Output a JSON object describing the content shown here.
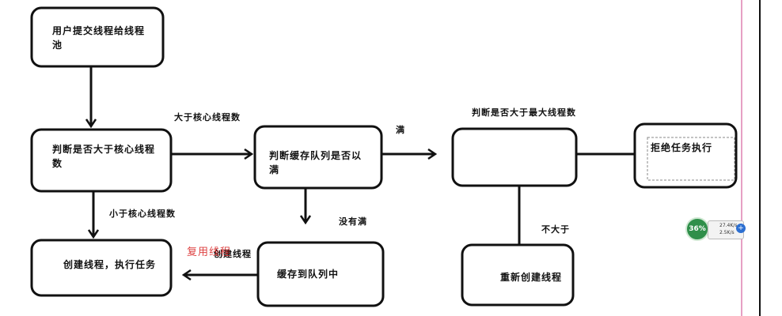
{
  "nodes": {
    "submit": "用户提交线程给线程池",
    "core_check": "判断是否大于核心线程数",
    "create_run": "创建线程，执行任务",
    "queue_check": "判断缓存队列是否以满",
    "queue_store": "缓存到队列中",
    "max_check": "",
    "reject": "拒绝任务执行",
    "recreate": "重新创建线程"
  },
  "edge_labels": {
    "greater_core": "大于核心线程数",
    "less_core": "小于核心线程数",
    "full": "满",
    "not_full": "没有满",
    "max_question": "判断是否大于最大线程数",
    "not_greater": "不大于",
    "create_thread_partial": "创建线程"
  },
  "overlay": {
    "red_text": "复用线程"
  },
  "widget": {
    "percent": "36%",
    "up_speed": "27.4K/s",
    "down_speed": "2.5K/s"
  },
  "colors": {
    "stroke": "#111111",
    "overlay_red": "#d81e1e",
    "widget_green": "#2f8f4a"
  }
}
